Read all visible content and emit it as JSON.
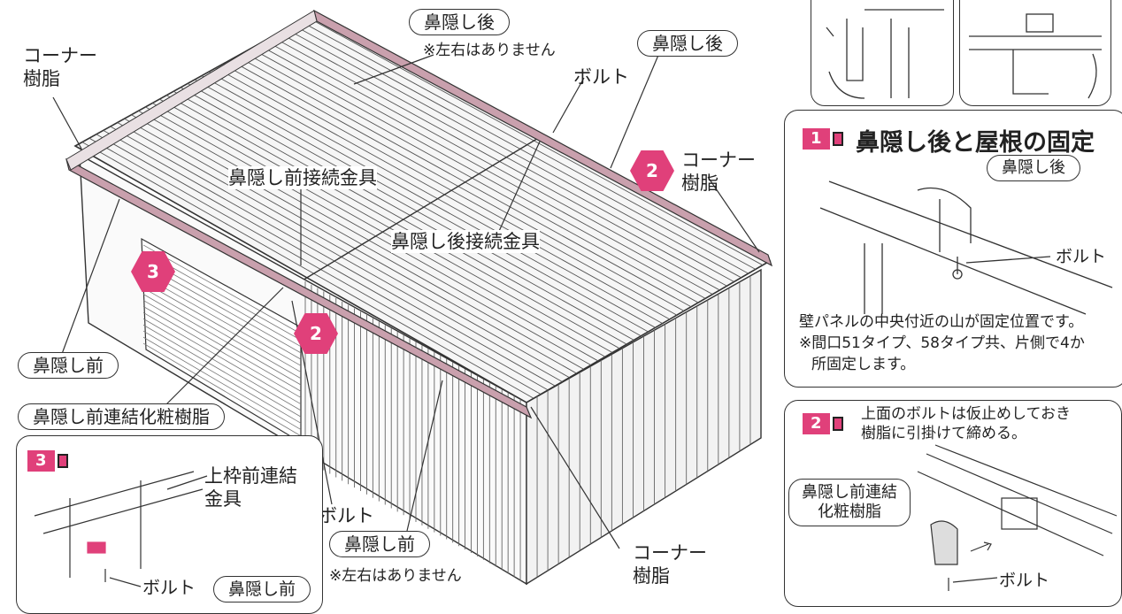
{
  "colors": {
    "accent": "#e0407a",
    "ink": "#222222",
    "rail": "#b07a8a"
  },
  "labels": {
    "corner_resin_left": [
      "コーナー",
      "樹脂"
    ],
    "corner_resin_right_top": [
      "コーナー",
      "樹脂"
    ],
    "corner_resin_right_bottom": [
      "コーナー",
      "樹脂"
    ],
    "back_fascia_center": "鼻隠し後",
    "no_left_right_top": "※左右はありません",
    "back_fascia_right": "鼻隠し後",
    "bolt_top": "ボルト",
    "front_joint_bracket": "鼻隠し前接続金具",
    "back_joint_bracket": "鼻隠し後接続金具",
    "front_fascia_left": "鼻隠し前",
    "front_connect_trim_resin": "鼻隠し前連結化粧樹脂",
    "bolt_center": "ボルト",
    "front_fascia_bottom": "鼻隠し前",
    "no_left_right_bottom": "※左右はありません"
  },
  "markers": {
    "m2_upper": "2",
    "m2_lower": "2",
    "m3": "3"
  },
  "panel1": {
    "badge": "1",
    "title": "鼻隠し後と屋根の固定",
    "pill": "鼻隠し後",
    "bolt": "ボルト",
    "note_line1": "壁パネルの中央付近の山が固定位置です。",
    "note_line2": "※間口51タイプ、58タイプ共、片側で4か",
    "note_line3": "所固定します。"
  },
  "panel2": {
    "badge": "2",
    "text_line1": "上面のボルトは仮止めしておき",
    "text_line2": "樹脂に引掛けて締める。",
    "pill_line1": "鼻隠し前連結",
    "pill_line2": "化粧樹脂",
    "bolt": "ボルト"
  },
  "panel3": {
    "badge": "3",
    "bracket_line1": "上枠前連結",
    "bracket_line2": "金具",
    "bolt": "ボルト",
    "pill": "鼻隠し前"
  }
}
